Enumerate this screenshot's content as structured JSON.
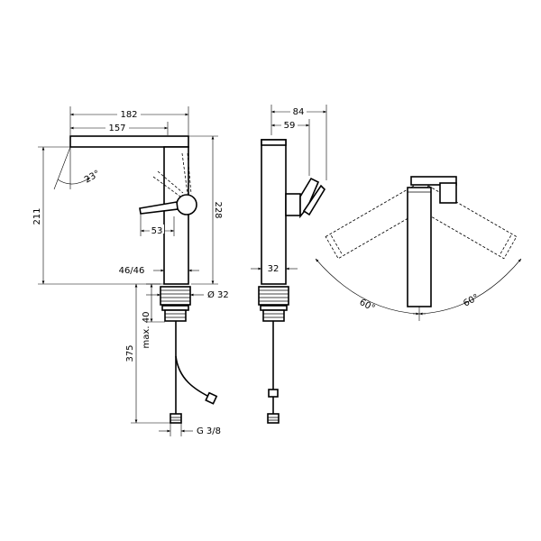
{
  "drawing": {
    "front_view": {
      "dim_overall_width": "182",
      "dim_spout_reach": "157",
      "dim_spout_angle": "23°",
      "dim_height_left": "211",
      "dim_height_right": "228",
      "dim_lever_offset": "53",
      "dim_body_width": "46/46",
      "dim_thread_dia": "Ø 32",
      "dim_max_depth": "max. 40",
      "dim_hose_length": "375",
      "dim_connection": "G 3/8"
    },
    "side_view": {
      "dim_total_depth": "84",
      "dim_lever_depth": "59",
      "dim_base_width": "32"
    },
    "top_view": {
      "dim_angle_left": "60°",
      "dim_angle_right": "60°"
    }
  }
}
